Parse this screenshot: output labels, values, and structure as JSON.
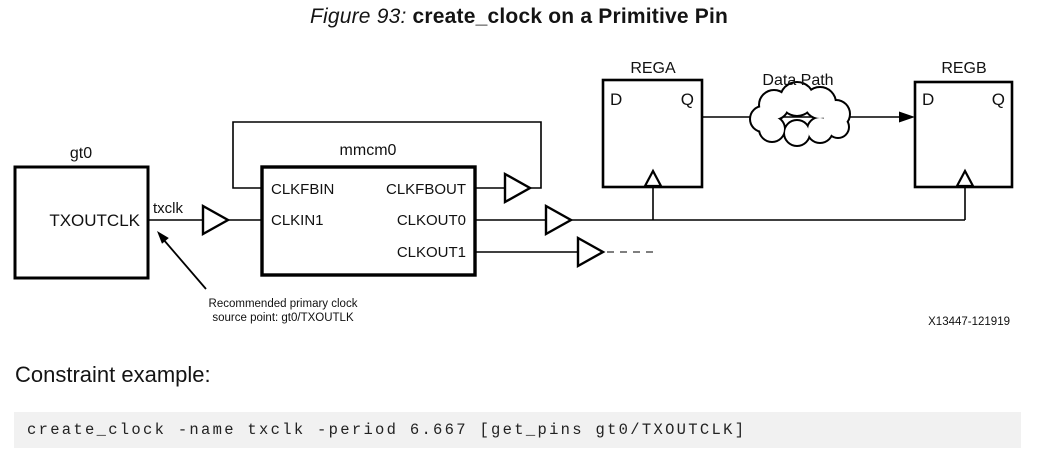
{
  "figure": {
    "label": "Figure 93:",
    "title": "create_clock on a Primitive Pin",
    "id": "X13447-121919"
  },
  "diagram": {
    "gt0": {
      "label": "gt0",
      "pin": "TXOUTCLK"
    },
    "net": "txclk",
    "mmcm0": {
      "label": "mmcm0",
      "inputs": [
        "CLKFBIN",
        "CLKIN1"
      ],
      "outputs": [
        "CLKFBOUT",
        "CLKOUT0",
        "CLKOUT1"
      ]
    },
    "rega": {
      "label": "REGA",
      "d": "D",
      "q": "Q"
    },
    "regb": {
      "label": "REGB",
      "d": "D",
      "q": "Q"
    },
    "cloud": "Data Path",
    "annotation": {
      "line1": "Recommended primary clock",
      "line2": "source point: gt0/TXOUTLK"
    }
  },
  "body": {
    "caption": "Constraint example:",
    "code": "create_clock -name txclk -period 6.667 [get_pins gt0/TXOUTCLK]"
  },
  "colors": {
    "line": "#000000",
    "text": "#1a1a1a",
    "code_bg": "#f1f1f1"
  }
}
